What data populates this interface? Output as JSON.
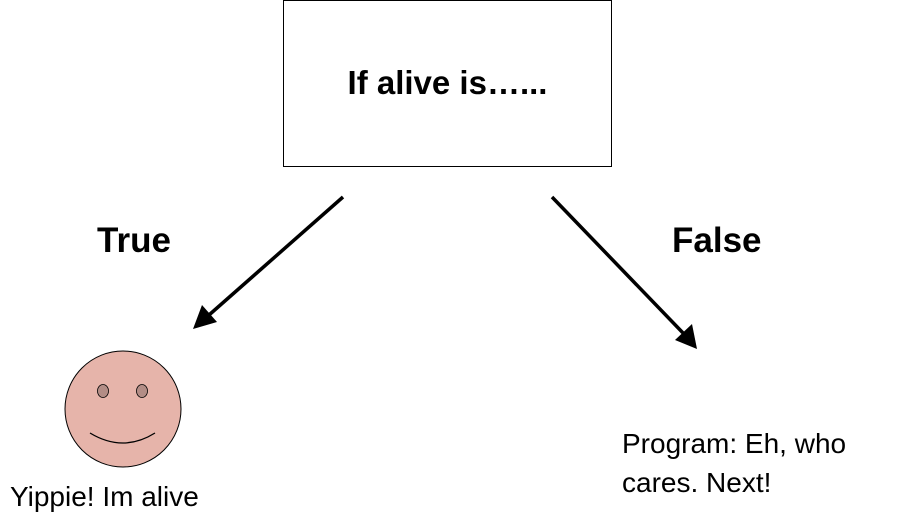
{
  "decision": {
    "text": "If alive is…..."
  },
  "branches": {
    "true_label": "True",
    "false_label": "False"
  },
  "outcomes": {
    "true_text": "Yippie! Im alive",
    "false_text": "Program: Eh, who cares. Next!"
  },
  "colors": {
    "face_fill": "#e6b4aa",
    "eye_fill": "#b38d86",
    "line": "#000000"
  },
  "icons": {
    "outcome_true": "smiley-face-icon"
  }
}
